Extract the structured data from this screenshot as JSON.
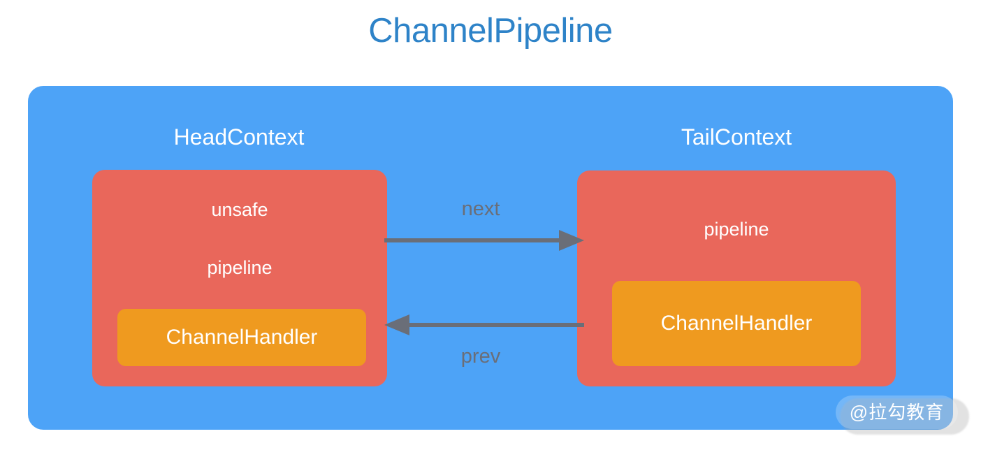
{
  "diagram": {
    "title": "ChannelPipeline",
    "colors": {
      "title_blue": "#2e83c8",
      "panel_blue": "#4da3f7",
      "context_red": "#e9675b",
      "handler_orange": "#ef9a1f",
      "arrow_gray": "#6a6e78",
      "text_white": "#ffffff"
    },
    "head_context": {
      "label": "HeadContext",
      "fields": [
        "unsafe",
        "pipeline"
      ],
      "handler": "ChannelHandler"
    },
    "tail_context": {
      "label": "TailContext",
      "fields": [
        "pipeline"
      ],
      "handler": "ChannelHandler"
    },
    "arrows": [
      {
        "label": "next",
        "direction": "right",
        "from": "HeadContext",
        "to": "TailContext"
      },
      {
        "label": "prev",
        "direction": "left",
        "from": "TailContext",
        "to": "HeadContext"
      }
    ],
    "watermark": "@拉勾教育"
  }
}
